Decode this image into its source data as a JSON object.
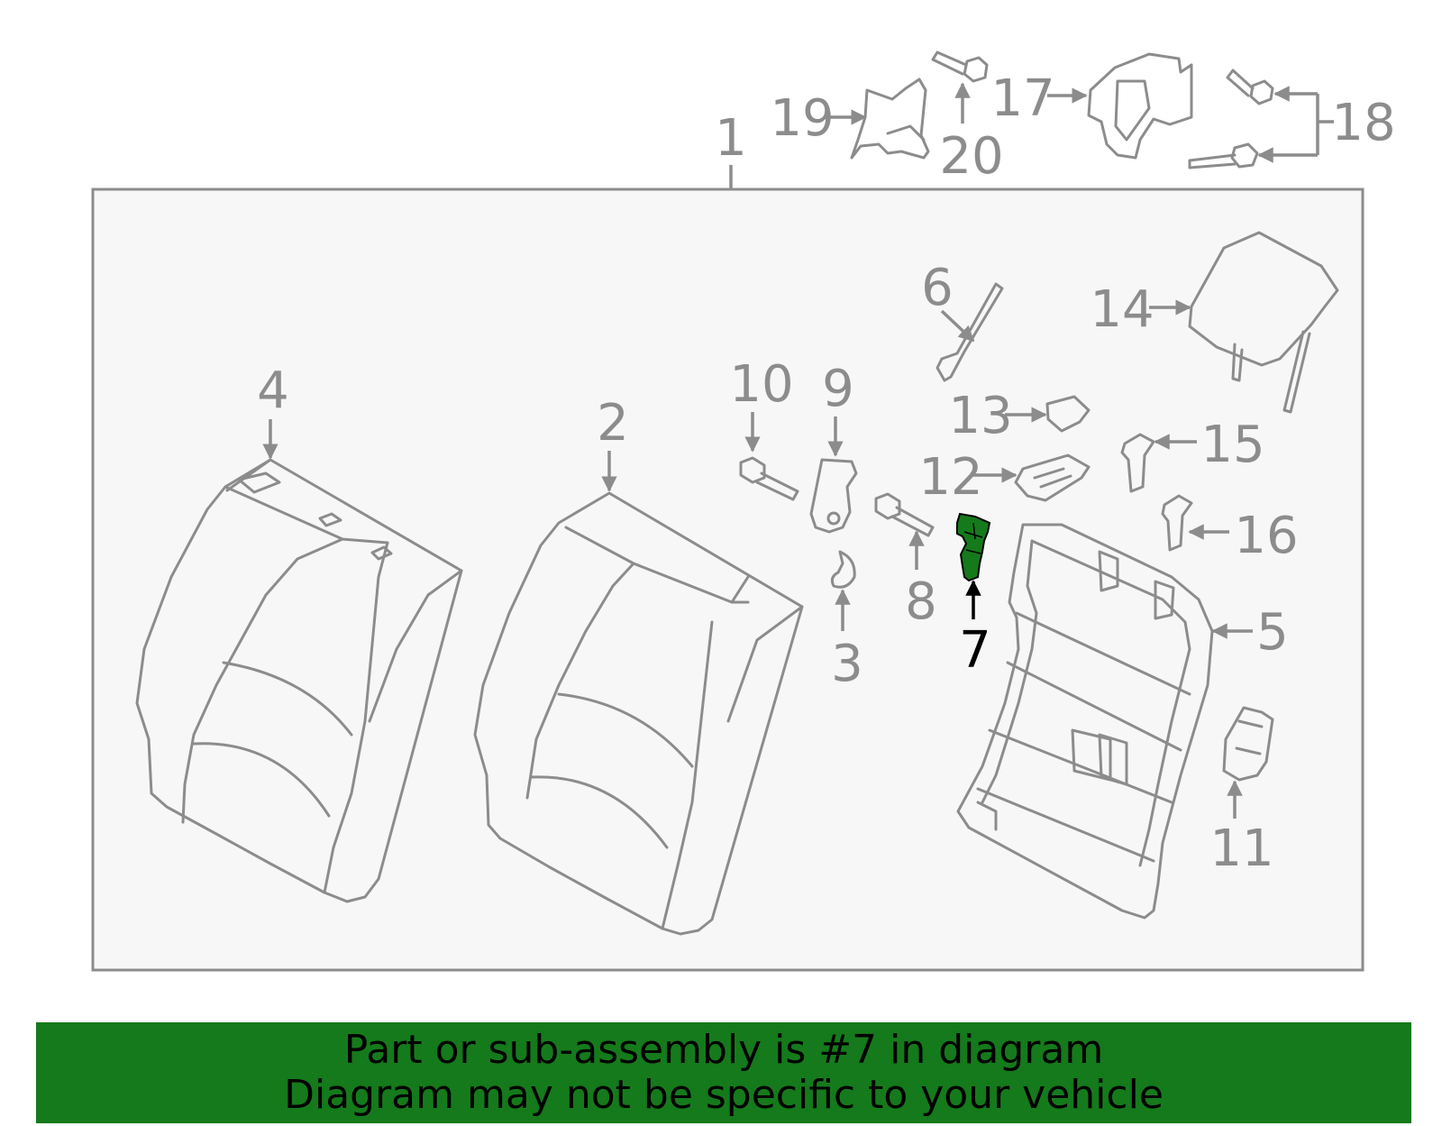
{
  "colors": {
    "part_line": "#8c8c8c",
    "highlight_part": "#157a1b",
    "highlight_label": "#000000",
    "footer_bg": "#157a1b",
    "panel_bg": "#f7f7f7"
  },
  "highlighted_part": "7",
  "callouts": [
    "1",
    "2",
    "3",
    "4",
    "5",
    "6",
    "7",
    "8",
    "9",
    "10",
    "11",
    "12",
    "13",
    "14",
    "15",
    "16",
    "17",
    "18",
    "19",
    "20"
  ],
  "footer": {
    "line1": "Part or sub-assembly is #7 in diagram",
    "line2": "Diagram may not be specific to your vehicle"
  }
}
